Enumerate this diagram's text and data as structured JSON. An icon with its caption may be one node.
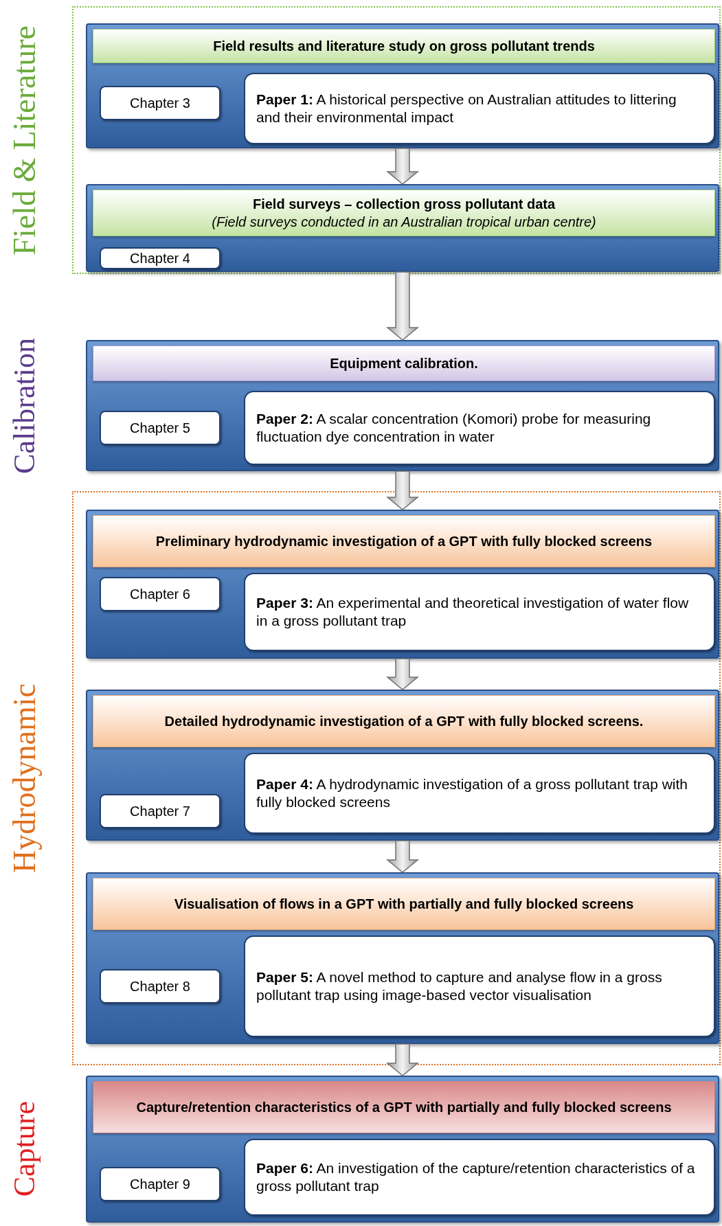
{
  "diagram": {
    "nodes": [
      {
        "text": [
          "Field & Literature"
        ]
      },
      {
        "text": [],
        "shape": "box",
        "in": 0
      },
      {
        "text": [
          "Field results and literature study on gross pollutant trends"
        ],
        "in": 1
      },
      {
        "text": [
          "Chapter 3"
        ],
        "in": 1
      },
      {
        "text": [
          "**Paper 1:** A historical perspective on Australian attitudes to littering and their environmental impact"
        ],
        "in": 1
      },
      {
        "text": [],
        "shape": "box",
        "in": 0
      },
      {
        "text": [
          "Field surveys – collection  gross pollutant data",
          "(Field surveys conducted in an Australian tropical urban centre)"
        ],
        "in": 5
      },
      {
        "text": [
          "Chapter 4"
        ],
        "in": 5
      },
      {
        "text": [],
        "shape": "box"
      },
      {
        "text": [
          "Equipment calibration."
        ],
        "in": 8
      },
      {
        "text": [
          "Chapter 5"
        ],
        "in": 8
      },
      {
        "text": [
          "**Paper 2:**  A scalar concentration (Komori) probe for measuring fluctuation dye concentration in water"
        ],
        "in": 8
      },
      {
        "text": [
          "Hydrodynamic"
        ]
      },
      {
        "text": [],
        "shape": "box",
        "in": 12
      },
      {
        "text": [
          "Preliminary hydrodynamic investigation of a GPT with fully blocked screens"
        ],
        "in": 13
      },
      {
        "text": [
          "Chapter 6"
        ],
        "in": 13
      },
      {
        "text": [
          "**Paper 3:** An experimental and theoretical investigation of water flow in a gross pollutant trap"
        ],
        "in": 13
      },
      {
        "text": [],
        "shape": "box",
        "in": 12
      },
      {
        "text": [
          "Detailed hydrodynamic investigation of a GPT with fully blocked screens."
        ],
        "in": 17
      },
      {
        "text": [
          "Chapter 7"
        ],
        "in": 17
      },
      {
        "text": [
          "**Paper 4:** A hydrodynamic investigation of a gross pollutant trap with fully blocked screens"
        ],
        "in": 17
      },
      {
        "text": [],
        "shape": "box",
        "in": 12
      },
      {
        "text": [
          "Visualisation of flows in a GPT with partially and fully blocked screens"
        ],
        "in": 21
      },
      {
        "text": [
          "Chapter 8"
        ],
        "in": 21
      },
      {
        "text": [
          "**Paper 5:** A novel method to capture and analyse flow in a gross pollutant trap using image-based vector visualisation"
        ],
        "in": 21
      },
      {
        "text": [],
        "shape": "box"
      },
      {
        "text": [
          "Capture/retention characteristics of a GPT with partially and fully blocked screens"
        ],
        "in": 25
      },
      {
        "text": [
          "Chapter 9"
        ],
        "in": 25
      },
      {
        "text": [
          "**Paper 6:** An investigation of the capture/retention characteristics of a gross pollutant trap"
        ],
        "in": 25
      }
    ],
    "edges": [
      {
        "from": 1,
        "to": 5,
        "arrow": "to"
      },
      {
        "from": 5,
        "to": 8,
        "arrow": "to"
      },
      {
        "from": 8,
        "to": 13,
        "arrow": "to"
      },
      {
        "from": 13,
        "to": 17,
        "arrow": "to"
      },
      {
        "from": 17,
        "to": 21,
        "arrow": "to"
      },
      {
        "from": 21,
        "to": 25,
        "arrow": "to"
      }
    ],
    "labels": [
      "Calibration",
      "Capture"
    ]
  }
}
